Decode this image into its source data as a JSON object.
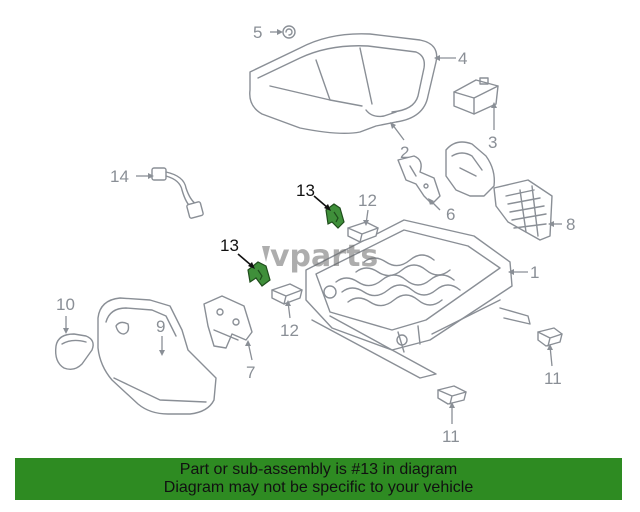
{
  "callouts": {
    "c1": "1",
    "c2": "2",
    "c3": "3",
    "c4": "4",
    "c5": "5",
    "c6": "6",
    "c7": "7",
    "c8": "8",
    "c9": "9",
    "c10": "10",
    "c11a": "11",
    "c11b": "11",
    "c12a": "12",
    "c12b": "12",
    "c13a": "13",
    "c13b": "13",
    "c14": "14"
  },
  "highlight": {
    "part": "13",
    "color": "#2e8b22"
  },
  "watermark": {
    "brand": "vparts"
  },
  "banner": {
    "line1": "Part or sub-assembly is #13 in diagram",
    "line2": "Diagram may not be specific to your vehicle",
    "background": "#2e8b22"
  }
}
